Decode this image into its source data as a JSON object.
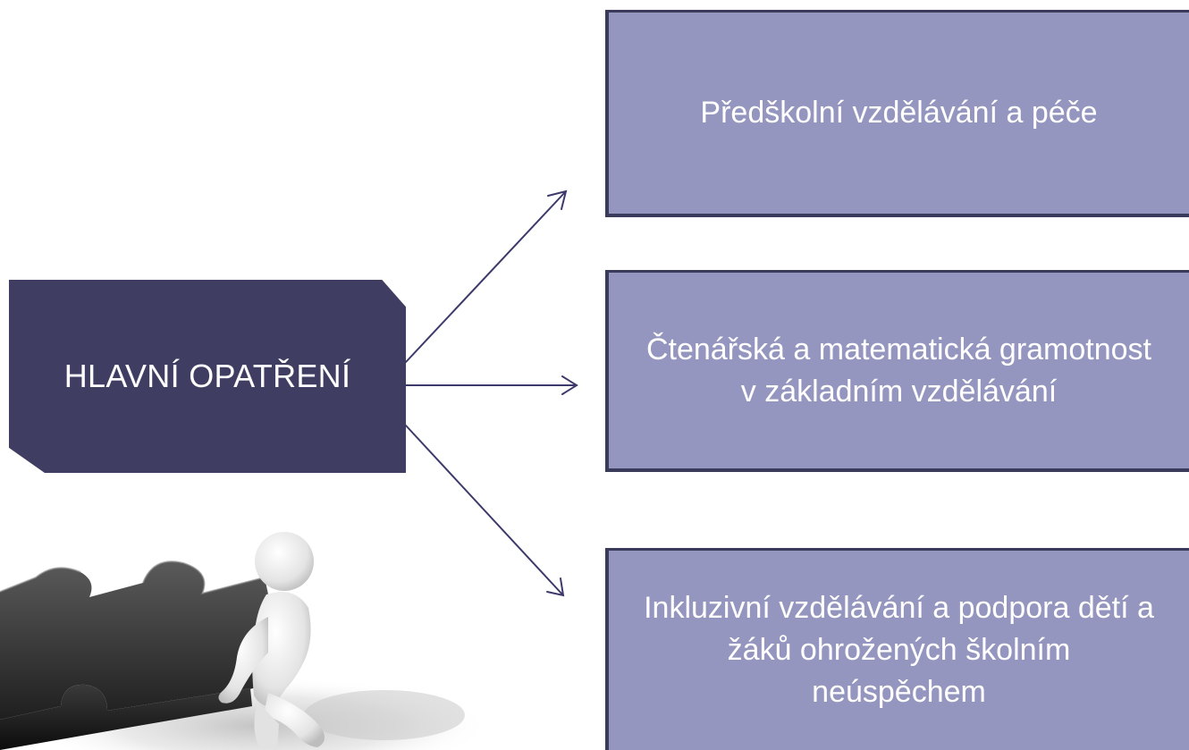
{
  "diagram": {
    "main_label": "HLAVNÍ OPATŘENÍ",
    "targets": [
      {
        "label": "Předškolní vzdělávání a péče"
      },
      {
        "label": "Čtenářská a matematická gramotnost v základním vzdělávání"
      },
      {
        "label": "Inkluzivní vzdělávání a podpora dětí a žáků ohrožených školním neúspěchem"
      }
    ]
  },
  "colors": {
    "main_box": "#403d63",
    "target_box": "#9596bf",
    "target_border": "#3a3a5a",
    "arrow": "#3d3a6b",
    "puzzle_piece": "#2b2b2b"
  },
  "illustration": {
    "icon": "puzzle-figure-icon"
  }
}
